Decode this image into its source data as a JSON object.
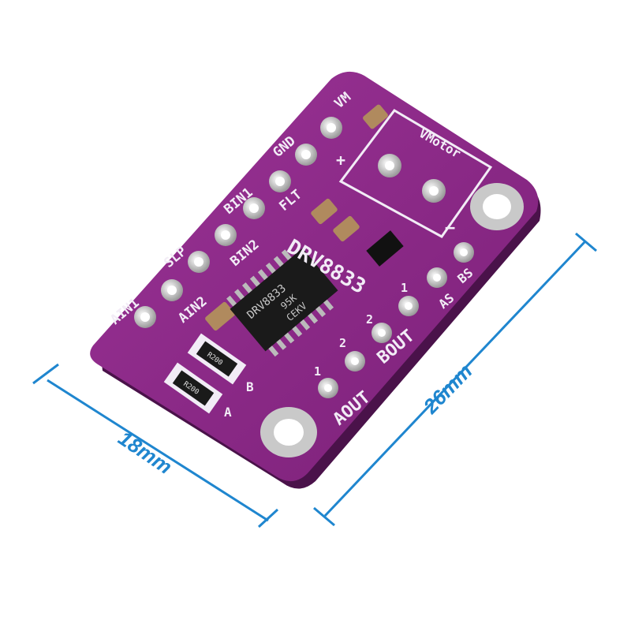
{
  "board": {
    "colors": {
      "pcb": "#8a2a86",
      "pcb_dark": "#5e1a5c",
      "silkscreen": "#f2ecf6",
      "pad": "#d9d9d9",
      "dimension": "#1f86cf"
    },
    "labels": {
      "vm": "VM",
      "gnd": "GND",
      "flt": "FLT",
      "bin1": "BIN1",
      "bin2": "BIN2",
      "slp": "SLP",
      "ain1": "AIN1",
      "ain2": "AIN2",
      "part": "DRV8833",
      "vmotor": "VMotor",
      "bs": "BS",
      "as": "AS",
      "bout": "BOUT",
      "aout": "AOUT",
      "pin1a": "1",
      "pin2a": "2",
      "pin1b": "1",
      "pin2b": "2",
      "b": "B",
      "a": "A",
      "plus": "+",
      "minus": "−"
    },
    "chip_marking": [
      "DRV8833",
      "95K",
      "CEKV"
    ],
    "resistor_marking": [
      "R200",
      "R200"
    ]
  },
  "dimensions": {
    "width": "18mm",
    "height": "26mm"
  }
}
